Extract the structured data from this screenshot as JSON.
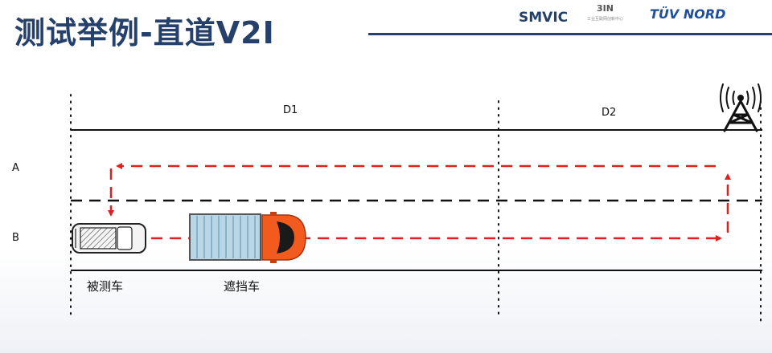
{
  "slide": {
    "title": "测试举例-直道V2I"
  },
  "logos": {
    "smvic": "SMVIC",
    "three_in": "3IN",
    "three_in_sub": "工业互联网创新中心",
    "tuv": "TÜV NORD"
  },
  "diagram": {
    "section_labels": {
      "d1": "D1",
      "d2": "D2"
    },
    "lane_labels": {
      "a": "A",
      "b": "B"
    },
    "vehicle_labels": {
      "test_vehicle": "被测车",
      "blocking_vehicle": "遮挡车"
    },
    "colors": {
      "road_line": "#111111",
      "path_arrow": "#e02020",
      "truck_cargo": "#b9d6e6",
      "truck_cab": "#f25a1e",
      "title": "#24406b"
    },
    "icons": [
      "radio-tower-icon",
      "test-car-icon",
      "blocking-truck-icon"
    ]
  }
}
